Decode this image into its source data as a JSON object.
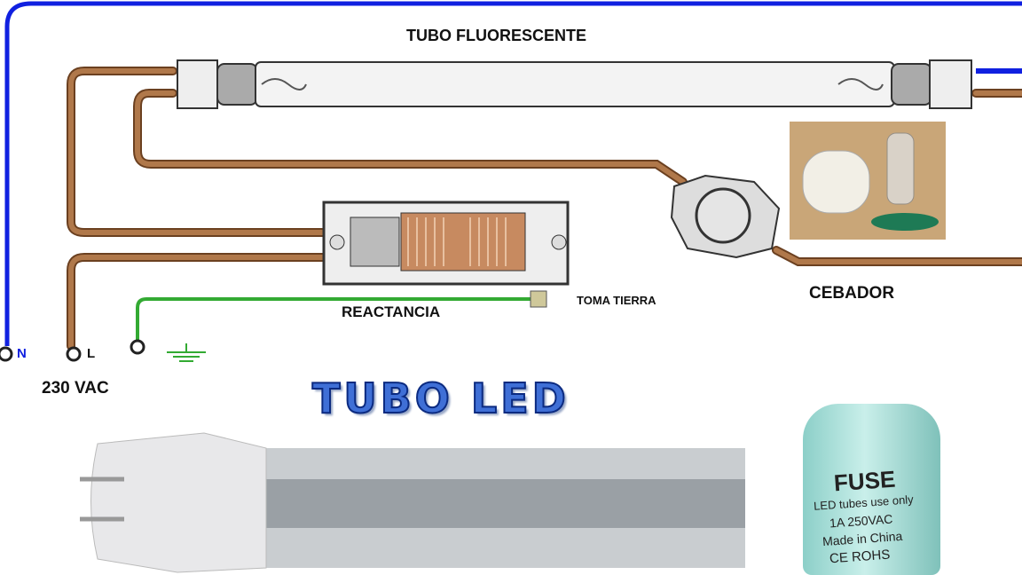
{
  "labels": {
    "tube_title": "TUBO FLUORESCENTE",
    "ballast": "REACTANCIA",
    "earth": "TOMA TIERRA",
    "starter": "CEBADOR",
    "neutral": "N",
    "line": "L",
    "voltage": "230 VAC",
    "led_title": "TUBO LED"
  },
  "fuse": {
    "title": "FUSE",
    "line1": "LED tubes use only",
    "line2": "1A 250VAC",
    "line3": "Made in China",
    "line4": "CE ROHS"
  },
  "colors": {
    "neutral_wire": "#1020e0",
    "brown_wire": "#a06a3c",
    "earth_wire": "#33aa33",
    "led_title": "#3f6fd6"
  }
}
